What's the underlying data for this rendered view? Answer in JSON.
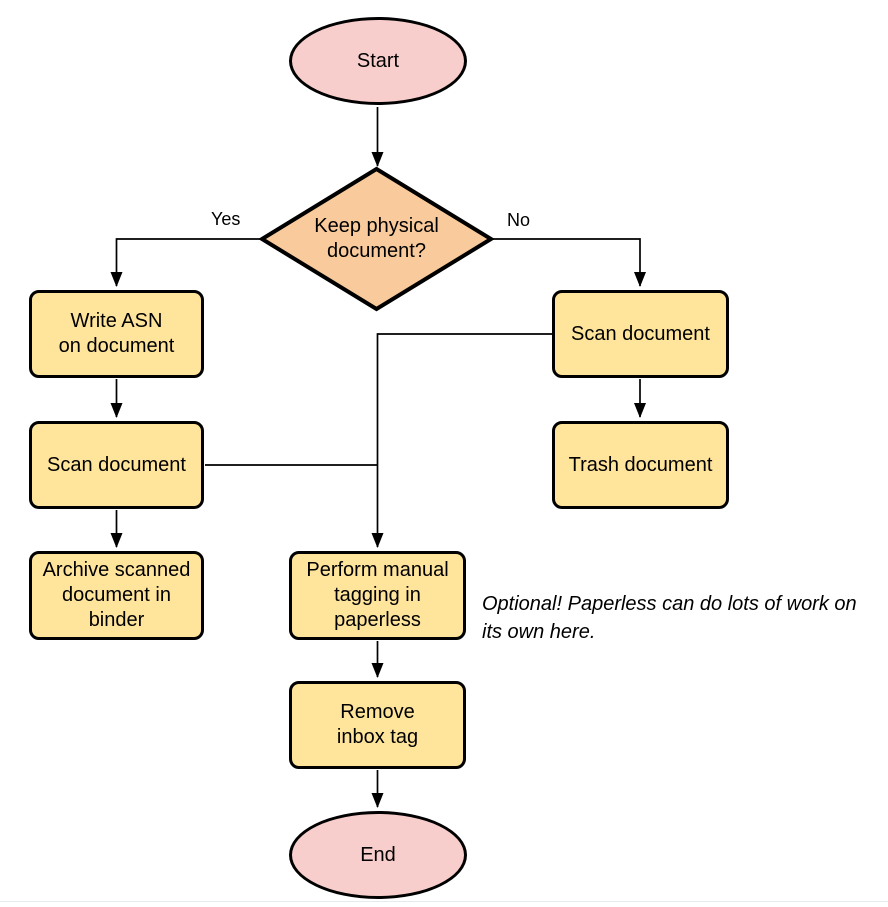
{
  "diagram": {
    "background": "#ffffff",
    "stroke_color": "#000000",
    "text_color": "#000000",
    "colors": {
      "terminator_fill": "#F8CECC",
      "decision_fill": "#F9CB9C",
      "process_fill": "#FFE49C"
    },
    "nodes": {
      "start": {
        "type": "terminator",
        "label": "Start"
      },
      "decision": {
        "type": "decision",
        "label": "Keep physical\ndocument?"
      },
      "write_asn": {
        "type": "process",
        "label": "Write ASN\non document"
      },
      "scan_left": {
        "type": "process",
        "label": "Scan document"
      },
      "archive": {
        "type": "process",
        "label": "Archive scanned\ndocument in\nbinder"
      },
      "scan_right": {
        "type": "process",
        "label": "Scan document"
      },
      "trash": {
        "type": "process",
        "label": "Trash document"
      },
      "tagging": {
        "type": "process",
        "label": "Perform manual\ntagging in\npaperless"
      },
      "remove_inbox": {
        "type": "process",
        "label": "Remove\ninbox tag"
      },
      "end": {
        "type": "terminator",
        "label": "End"
      }
    },
    "edge_labels": {
      "yes": "Yes",
      "no": "No"
    },
    "edges": [
      {
        "from": "start",
        "to": "decision"
      },
      {
        "from": "decision",
        "to": "write_asn",
        "label": "Yes"
      },
      {
        "from": "decision",
        "to": "scan_right",
        "label": "No"
      },
      {
        "from": "write_asn",
        "to": "scan_left"
      },
      {
        "from": "scan_left",
        "to": "archive"
      },
      {
        "from": "scan_right",
        "to": "trash"
      },
      {
        "from": "scan_right",
        "to": "tagging"
      },
      {
        "from": "scan_left",
        "to": "tagging"
      },
      {
        "from": "tagging",
        "to": "remove_inbox"
      },
      {
        "from": "remove_inbox",
        "to": "end"
      }
    ],
    "annotation": "Optional! Paperless can do lots of work on\nits own here."
  }
}
